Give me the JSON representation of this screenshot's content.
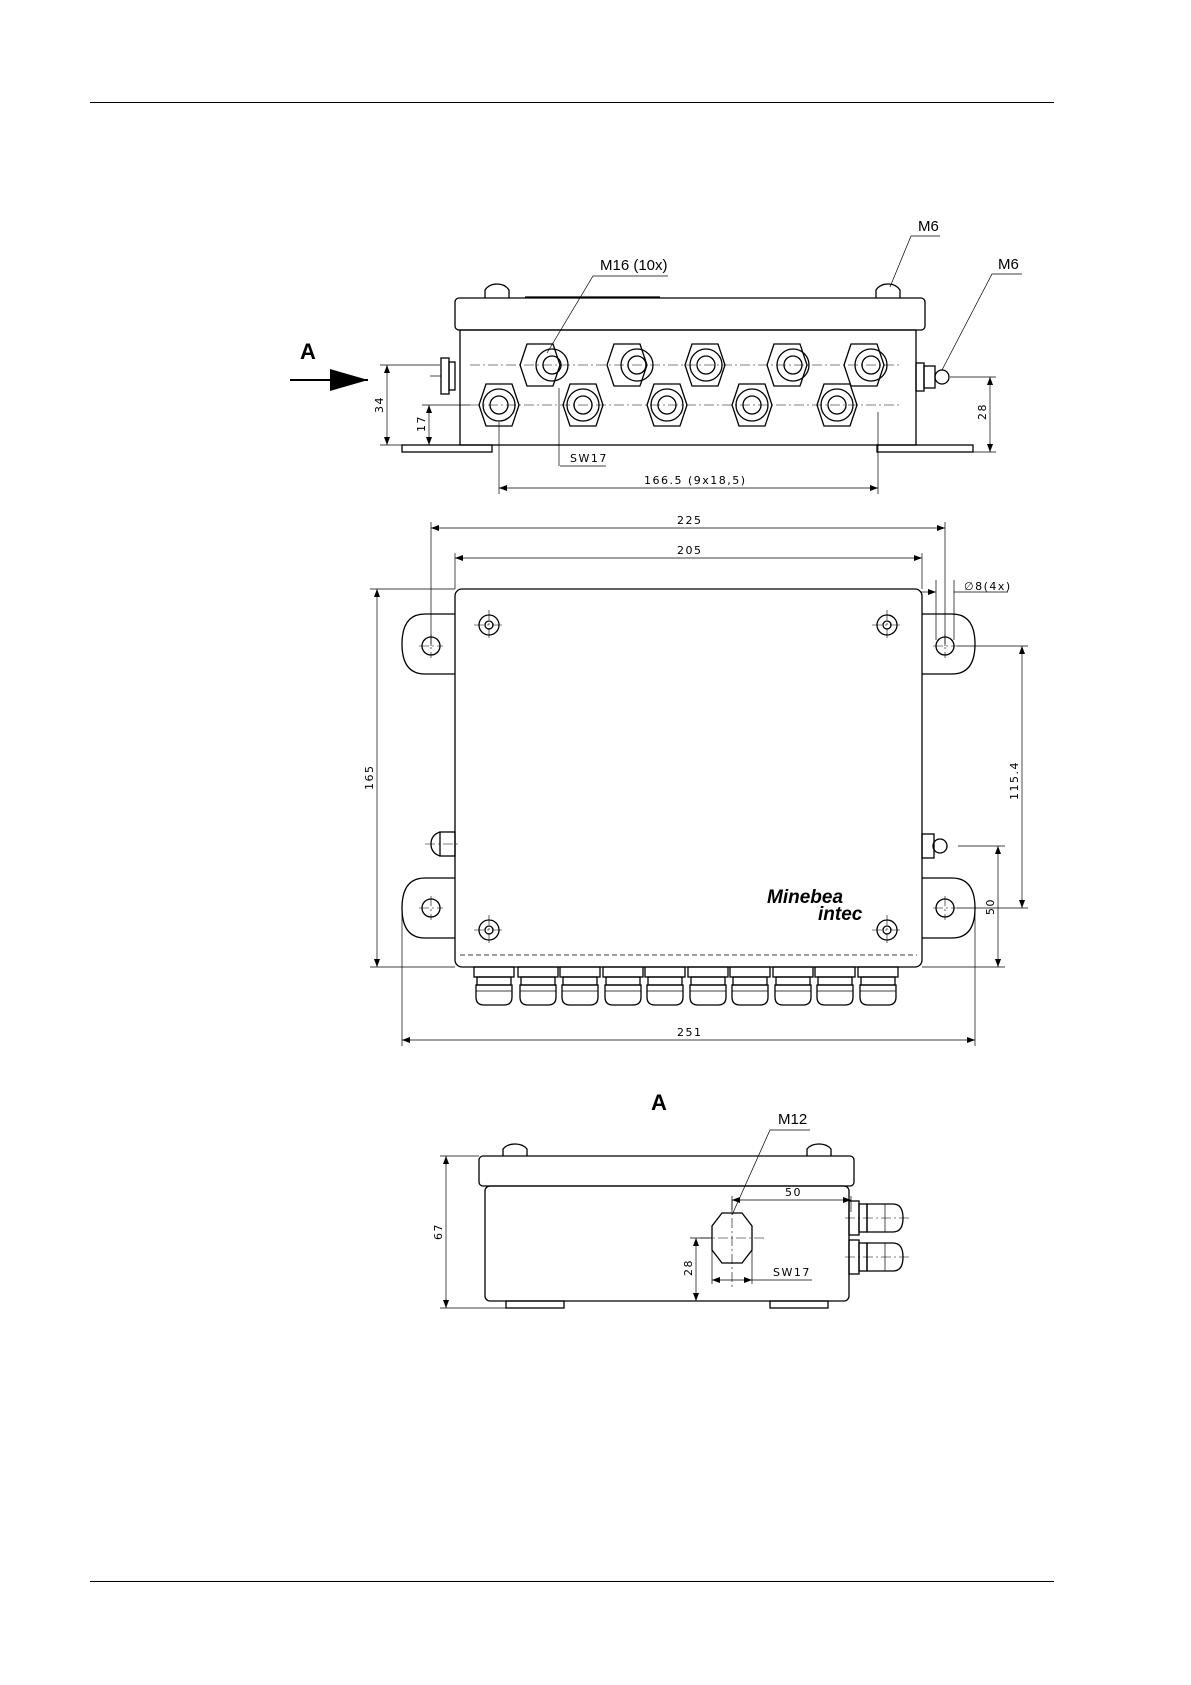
{
  "top_view": {
    "label_a": "A",
    "callout_m16": "M16 (10x)",
    "callout_m6_top": "M6",
    "callout_m6_side": "M6",
    "dim_34": "34",
    "dim_17": "17",
    "dim_28": "28",
    "wrench_sw17": "SW17",
    "dim_166": "166.5 (9x18,5)"
  },
  "plan_view": {
    "dim_225": "225",
    "dim_205": "205",
    "hole_dia": "∅8(4x)",
    "dim_165": "165",
    "dim_115": "115.4",
    "dim_50": "50",
    "dim_251": "251",
    "brand_line1": "Minebea",
    "brand_line2": "intec"
  },
  "side_view": {
    "title": "A",
    "callout_m12": "M12",
    "dim_67": "67",
    "dim_50": "50",
    "dim_28": "28",
    "wrench_sw17": "SW17"
  }
}
